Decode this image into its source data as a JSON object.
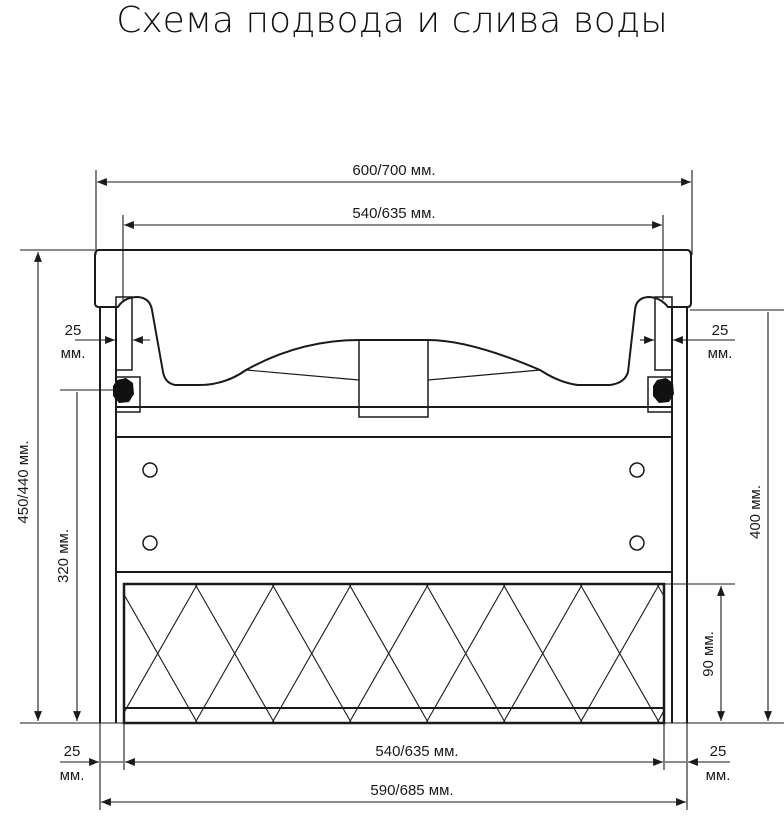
{
  "title": "Схема подвода и слива воды",
  "dimensions": {
    "top_width": "600/700 мм.",
    "top_inner_width": "540/635 мм.",
    "left_offset_value": "25",
    "left_offset_unit": "мм.",
    "right_offset_value": "25",
    "right_offset_unit": "мм.",
    "total_height": "450/440 мм.",
    "supply_height": "320 мм.",
    "drain_height": "400 мм.",
    "plinth_height": "90 мм.",
    "bottom_left_value": "25",
    "bottom_left_unit": "мм.",
    "bottom_right_value": "25",
    "bottom_right_unit": "мм.",
    "bottom_inner_width": "540/635 мм.",
    "bottom_width": "590/685 мм."
  },
  "colors": {
    "line": "#1a1a1a",
    "background": "#ffffff"
  }
}
